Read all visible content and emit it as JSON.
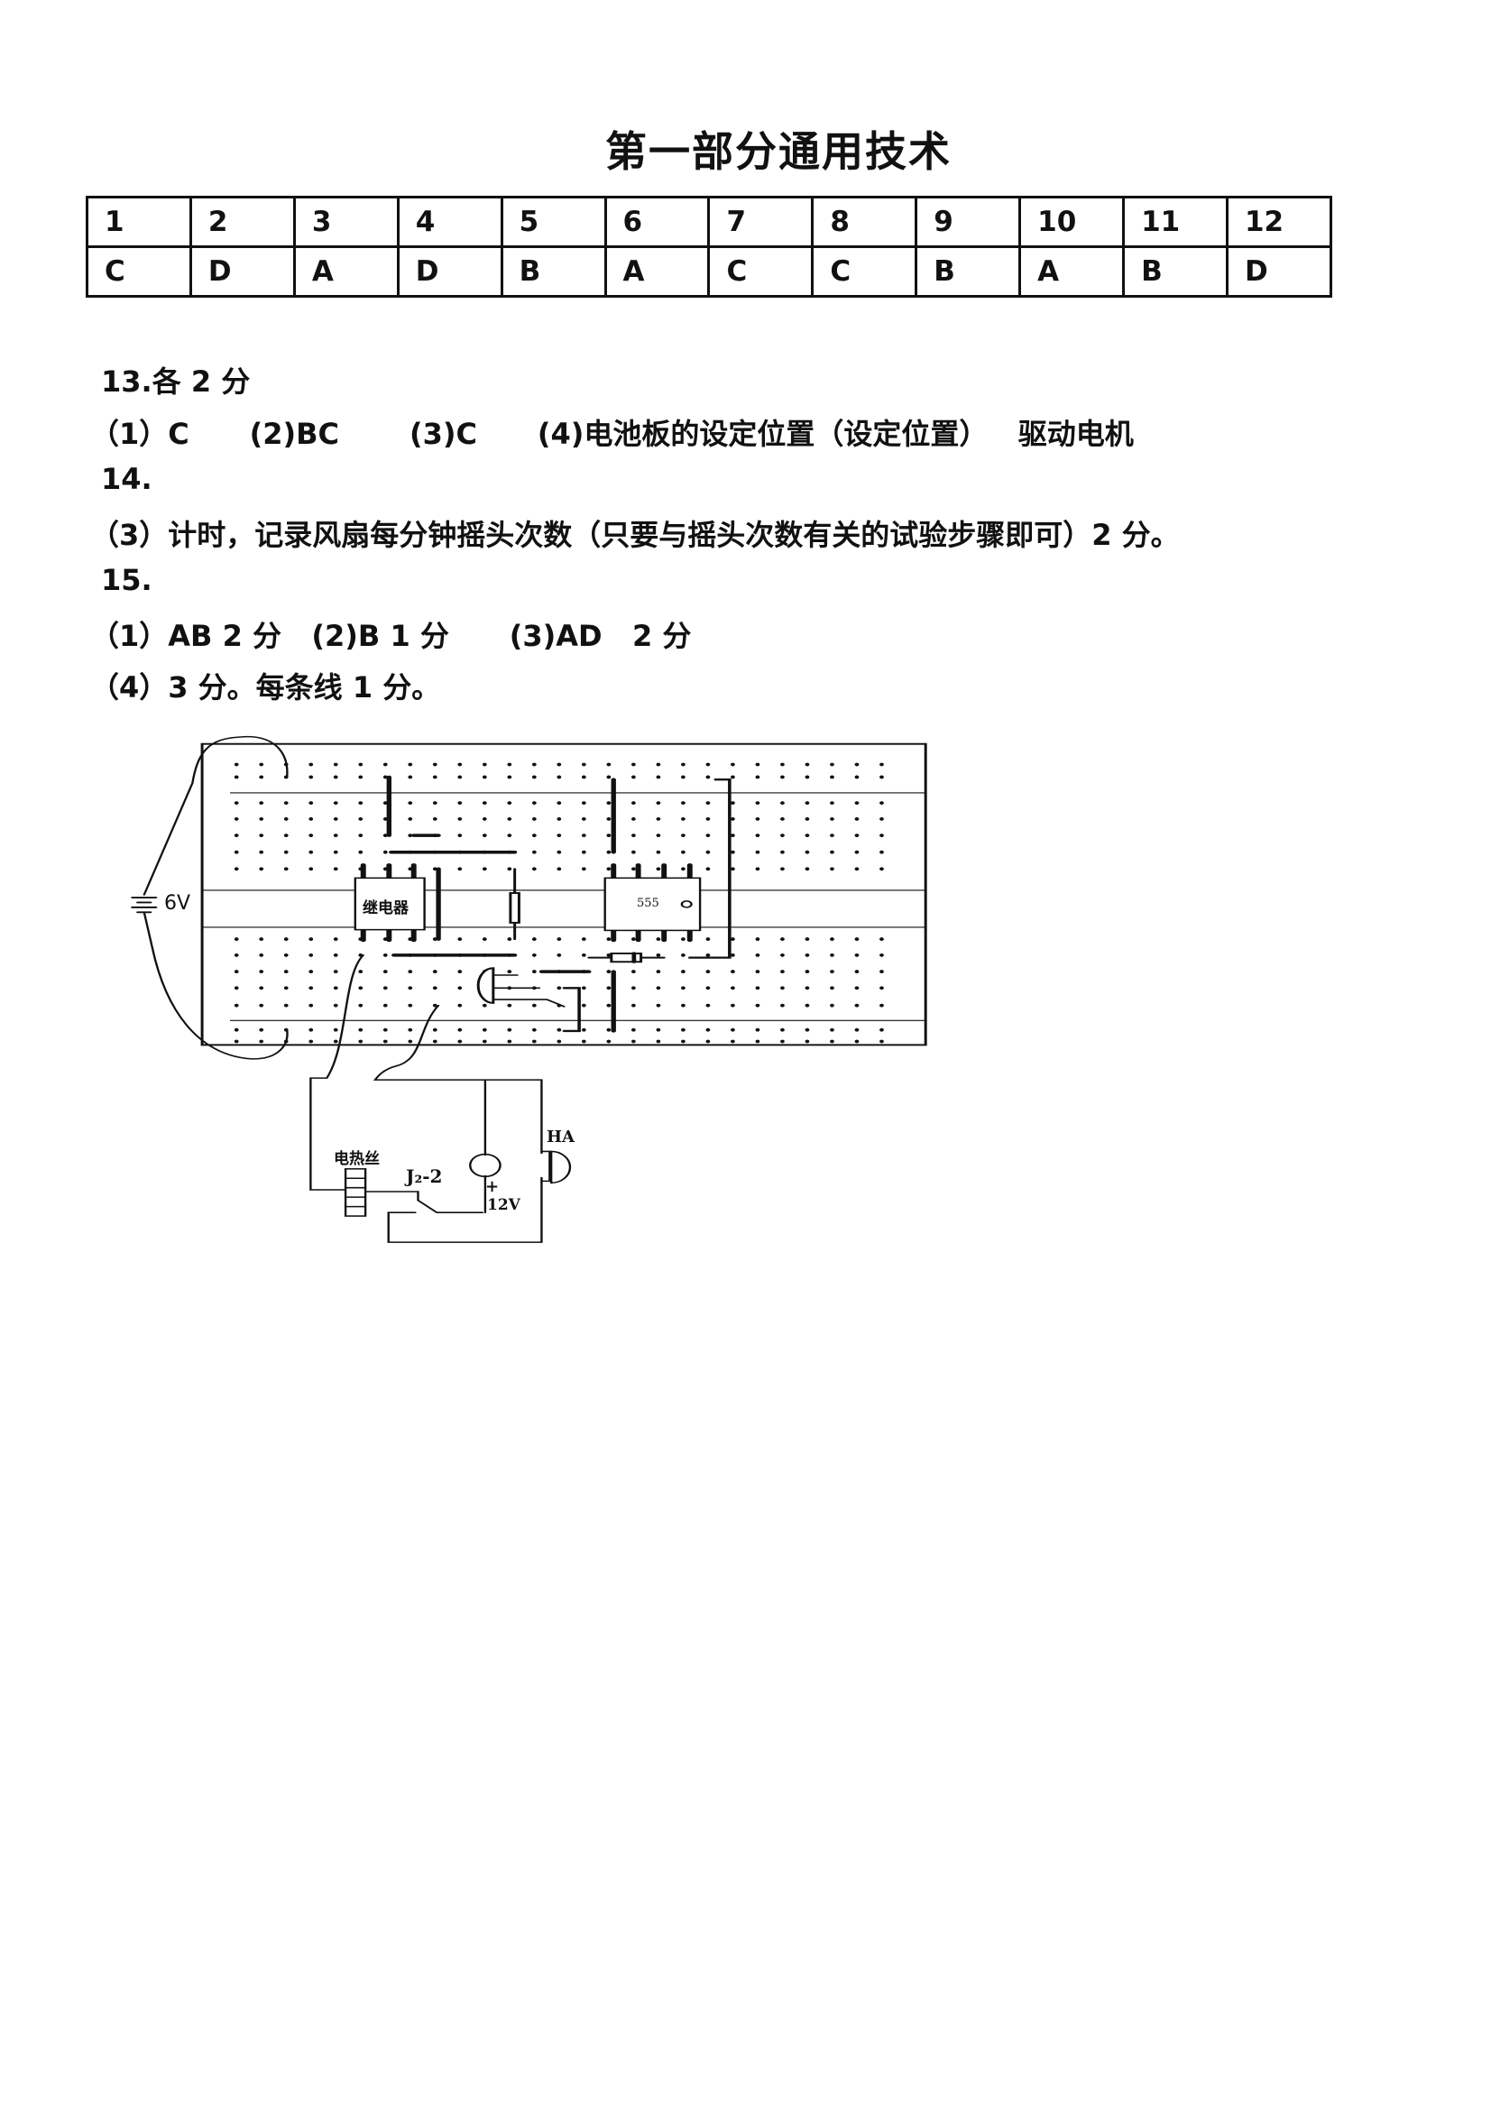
{
  "title": "第一部分通用技术",
  "answer_table": {
    "numbers": [
      "1",
      "2",
      "3",
      "4",
      "5",
      "6",
      "7",
      "8",
      "9",
      "10",
      "11",
      "12"
    ],
    "answers": [
      "C",
      "D",
      "A",
      "D",
      "B",
      "A",
      "C",
      "C",
      "B",
      "A",
      "B",
      "D"
    ]
  },
  "lines": [
    "13.各 2 分",
    "（1）C      (2)BC       (3)C      (4)电池板的设定位置（设定位置）   驱动电机",
    "14.",
    "（3）计时，记录风扇每分钟摇头次数（只要与摇头次数有关的试验步骤即可）2 分。",
    "15.",
    "（1）AB 2 分   (2)B 1 分      (3)AD   2 分",
    "（4）3 分。每条线 1 分。"
  ],
  "diagram": {
    "battery_label": "6V",
    "relay_label": "继电器",
    "ic_label": "555",
    "heater_label": "电热丝",
    "switch_label": "J₂-2",
    "source_plus": "+",
    "source_label": "12V",
    "buzzer_label": "HA"
  }
}
